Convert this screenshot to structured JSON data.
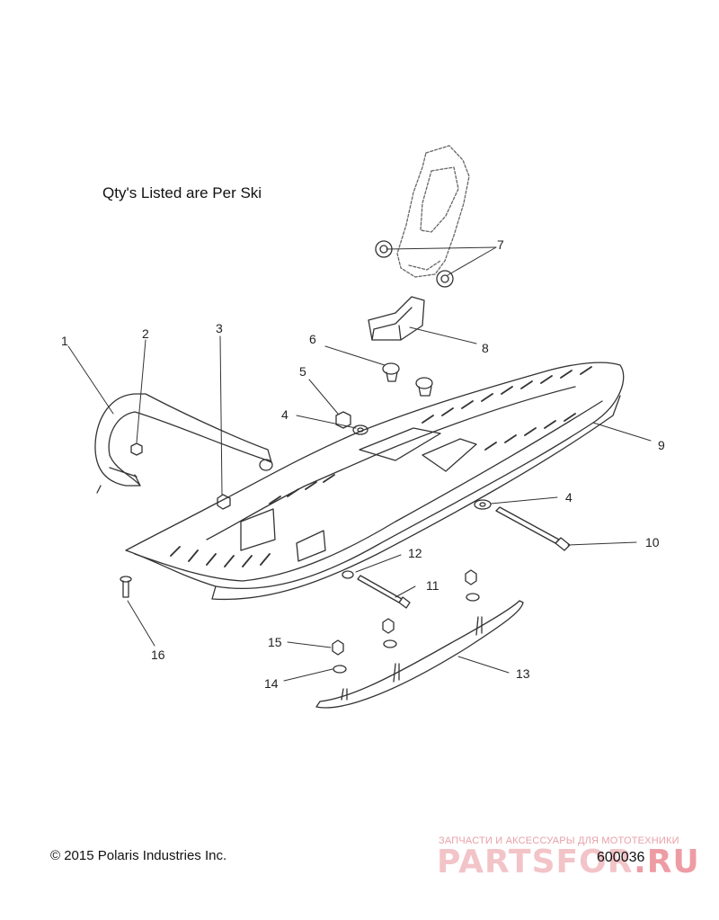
{
  "note": "Qty's Listed are Per Ski",
  "copyright": "© 2015 Polaris Industries Inc.",
  "part_number": "600036",
  "watermark": {
    "tagline": "ЗАПЧАСТИ И АКСЕССУАРЫ ДЛЯ МОТОТЕХНИКИ",
    "brand": "PARTSFOR",
    "domain": ".RU",
    "color": "#e8a0a8"
  },
  "callouts": {
    "c1": "1",
    "c2": "2",
    "c3": "3",
    "c4a": "4",
    "c4b": "4",
    "c5": "5",
    "c6": "6",
    "c7": "7",
    "c8": "8",
    "c9": "9",
    "c10": "10",
    "c11": "11",
    "c12": "12",
    "c13": "13",
    "c14": "14",
    "c15": "15",
    "c16": "16"
  }
}
